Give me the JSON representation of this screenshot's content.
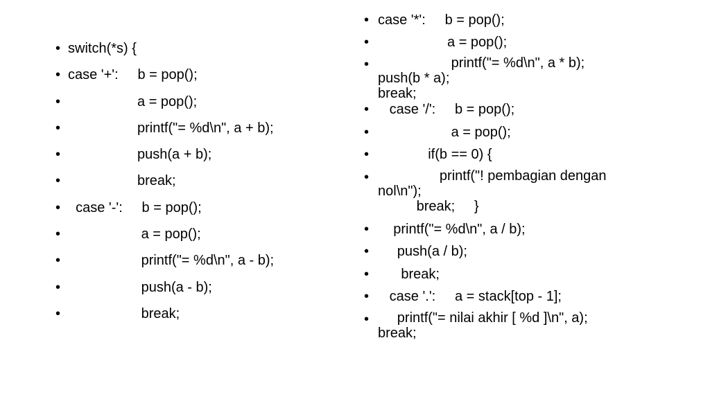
{
  "slide": {
    "bullet": "•",
    "left_lines": [
      "switch(*s) {",
      "case '+':     b = pop();",
      "                  a = pop();",
      "                  printf(\"= %d\\n\", a + b);",
      "                  push(a + b);",
      "                  break;",
      "  case '-':     b = pop();",
      "                   a = pop();",
      "                   printf(\"= %d\\n\", a - b);",
      "                   push(a - b);",
      "                   break;"
    ],
    "right_lines": [
      "case '*':     b = pop();",
      "                  a = pop();",
      "                   printf(\"= %d\\n\", a * b);\npush(b * a);\nbreak;",
      "   case '/':     b = pop();",
      "                   a = pop();",
      "             if(b == 0) {",
      "                printf(\"! pembagian dengan\nnol\\n\");\n          break;     }",
      "    printf(\"= %d\\n\", a / b);",
      "     push(a / b);",
      "      break;",
      "   case '.':     a = stack[top - 1];",
      "     printf(\"= nilai akhir [ %d ]\\n\", a);\nbreak;"
    ]
  }
}
